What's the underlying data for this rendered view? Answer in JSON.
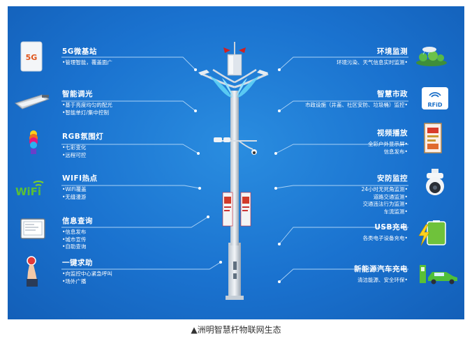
{
  "caption": "▲洲明智慧杆物联网生态",
  "left_items": [
    {
      "title": "5G微基站",
      "desc": [
        "•管理智能，覆盖面广"
      ],
      "icon": "5g-router-icon",
      "icon_text": "5G"
    },
    {
      "title": "智能调光",
      "desc": [
        "•基于亮度均匀的配光",
        "•智能单灯/集中控制"
      ],
      "icon": "street-lamp-icon"
    },
    {
      "title": "RGB氛围灯",
      "desc": [
        "•七彩变化",
        "•远程可控"
      ],
      "icon": "rgb-bulb-icon"
    },
    {
      "title": "WIFI热点",
      "desc": [
        "•WiFi覆盖",
        "•无缝漫游"
      ],
      "icon": "wifi-icon",
      "icon_text": "WiFi"
    },
    {
      "title": "信息查询",
      "desc": [
        "•信息发布",
        "•城市宣传",
        "•自助查询"
      ],
      "icon": "tablet-icon"
    },
    {
      "title": "一键求助",
      "desc": [
        "•向监控中心紧急呼叫",
        "•场外广播"
      ],
      "icon": "help-button-icon"
    }
  ],
  "right_items": [
    {
      "title": "环境监测",
      "desc": [
        "环境污染、天气信息实时监测•"
      ],
      "icon": "environment-icon"
    },
    {
      "title": "智慧市政",
      "desc": [
        "市政设施（井盖、社区安防、垃圾桶）监控•"
      ],
      "icon": "rfid-icon",
      "icon_text": "RFiD"
    },
    {
      "title": "视频播放",
      "desc": [
        "全彩户外显示屏•",
        "信息发布•"
      ],
      "icon": "display-screen-icon"
    },
    {
      "title": "安防监控",
      "desc": [
        "24小时无死角监测•",
        "道路交通监测•",
        "交通违法行为监测•",
        "车流监测•"
      ],
      "icon": "dome-camera-icon"
    },
    {
      "title": "USB充电",
      "desc": [
        "各类电子设备充电•"
      ],
      "icon": "battery-icon"
    },
    {
      "title": "新能源汽车充电",
      "desc": [
        "清洁能源、安全环保•"
      ],
      "icon": "ev-charging-icon"
    }
  ],
  "colors": {
    "panel": "#1a72cf",
    "text": "#ffffff",
    "pole": "#d9e1ea"
  }
}
